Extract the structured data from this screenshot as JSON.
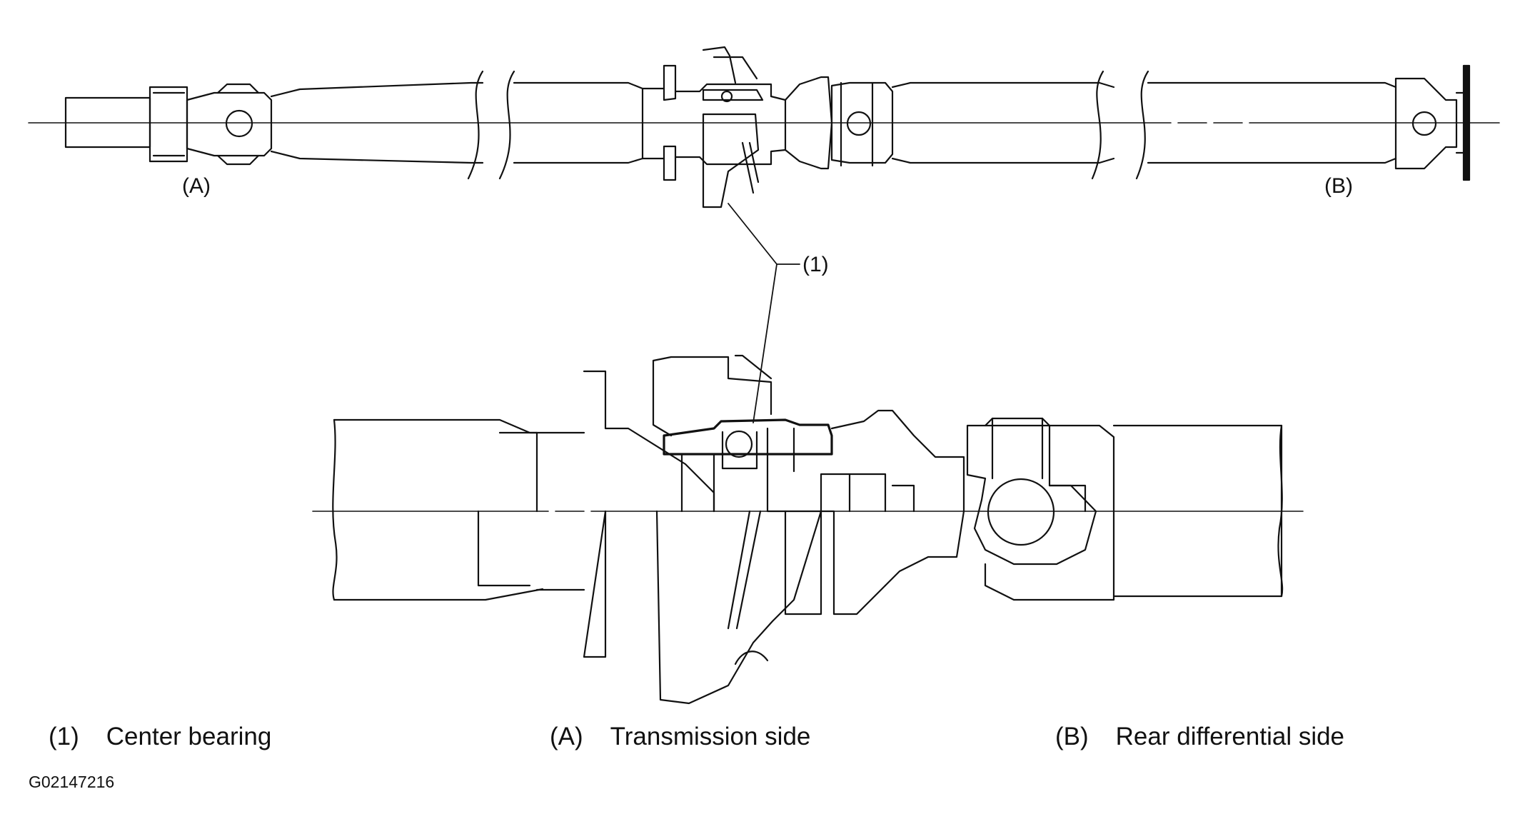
{
  "diagram": {
    "callouts": {
      "a": "(A)",
      "b": "(B)",
      "one": "(1)"
    },
    "legend": [
      {
        "key": "(1)",
        "text": "Center bearing"
      },
      {
        "key": "(A)",
        "text": "Transmission side"
      },
      {
        "key": "(B)",
        "text": "Rear differential side"
      }
    ],
    "figure_code": "G02147216"
  },
  "colors": {
    "line": "#111111",
    "background": "#ffffff"
  }
}
